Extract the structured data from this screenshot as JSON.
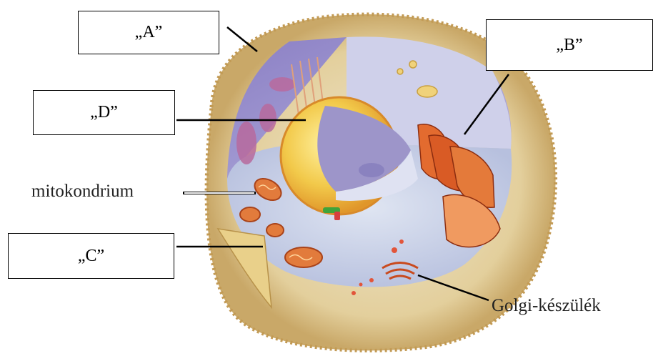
{
  "labels": {
    "a": "„A”",
    "b": "„B”",
    "c": "„C”",
    "d": "„D”",
    "mitokondrium": "mitokondrium",
    "golgi": "Golgi-készülék"
  }
}
